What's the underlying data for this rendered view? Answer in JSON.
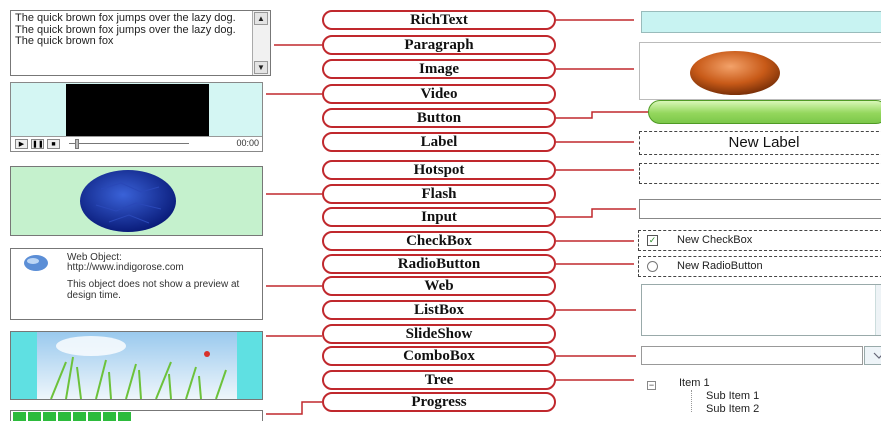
{
  "labels": [
    "RichText",
    "Paragraph",
    "Image",
    "Video",
    "Button",
    "Label",
    "Hotspot",
    "Flash",
    "Input",
    "CheckBox",
    "RadioButton",
    "Web",
    "ListBox",
    "SlideShow",
    "ComboBox",
    "Tree",
    "Progress"
  ],
  "paragraph_preview": {
    "text": "The quick brown fox jumps over the lazy dog. The quick brown fox jumps over the lazy dog. The quick brown fox",
    "scroll_up_glyph": "▲",
    "scroll_down_glyph": "▼"
  },
  "video_preview": {
    "time": "00:00",
    "play_glyph": "▶",
    "pause_glyph": "❚❚",
    "stop_glyph": "■"
  },
  "web_preview": {
    "title": "Web Object:",
    "url": "http://www.indigorose.com",
    "note": "This object does not show a preview at design time."
  },
  "label_preview": {
    "text": "New Label"
  },
  "checkbox_preview": {
    "text": "New CheckBox",
    "check_glyph": "✓"
  },
  "radio_preview": {
    "text": "New RadioButton"
  },
  "tree_preview": {
    "root": "Item 1",
    "children": [
      "Sub Item 1",
      "Sub Item 2"
    ],
    "collapse_glyph": "−"
  },
  "colors": {
    "label_border": "#c0282d",
    "connector": "#c0282d",
    "richtext_fill": "#c8f3f2",
    "flash_bg": "#c5f1cd",
    "slideshow_bg": "#5fe0e2",
    "progress_fill": "#2dbb3c",
    "button_fill": "#94d75d"
  }
}
